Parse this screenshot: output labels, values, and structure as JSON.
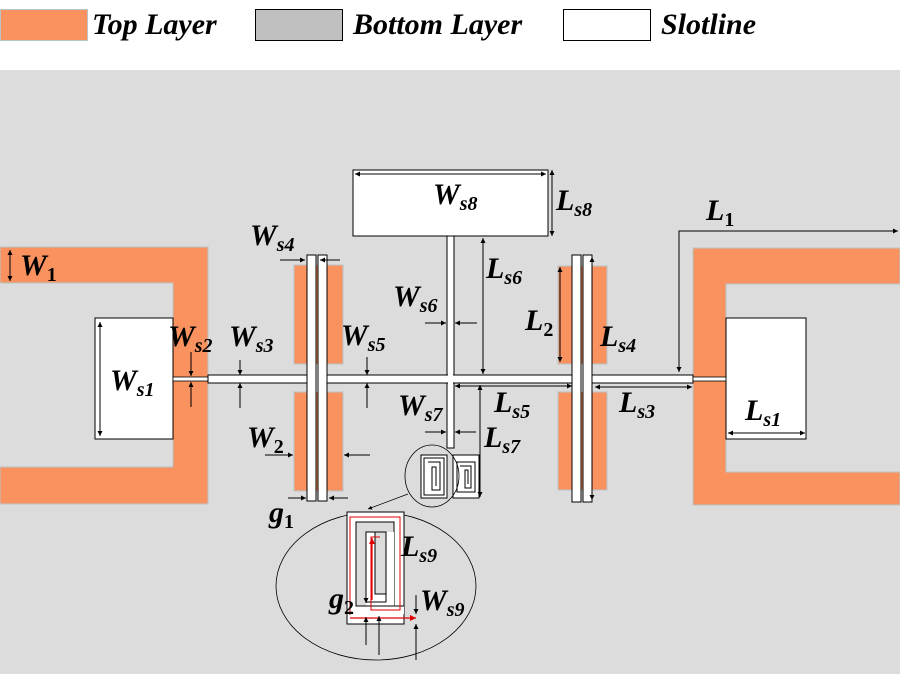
{
  "legend": {
    "items": [
      {
        "key": "top",
        "label": "Top Layer",
        "color": "#f9925f"
      },
      {
        "key": "bottom",
        "label": "Bottom Layer",
        "color": "#c0c0c0"
      },
      {
        "key": "slot",
        "label": "Slotline",
        "color": "#ffffff"
      }
    ]
  },
  "colors": {
    "substrate": "#dcdcdc",
    "top_layer": "#f9925f",
    "slot": "#ffffff",
    "line": "#000000",
    "current_arrow": "#e00000"
  },
  "labels": {
    "W1": {
      "main": "W",
      "sub": "1"
    },
    "Ws1": {
      "main": "W",
      "sub": "s1"
    },
    "Ws2": {
      "main": "W",
      "sub": "s2"
    },
    "Ws3": {
      "main": "W",
      "sub": "s3"
    },
    "Ws4": {
      "main": "W",
      "sub": "s4"
    },
    "Ws5": {
      "main": "W",
      "sub": "s5"
    },
    "Ws6": {
      "main": "W",
      "sub": "s6"
    },
    "Ws7": {
      "main": "W",
      "sub": "s7"
    },
    "Ws8": {
      "main": "W",
      "sub": "s8"
    },
    "Ws9": {
      "main": "W",
      "sub": "s9"
    },
    "W2": {
      "main": "W",
      "sub": "2"
    },
    "g1": {
      "main": "g",
      "sub": "1"
    },
    "g2": {
      "main": "g",
      "sub": "2"
    },
    "L1": {
      "main": "L",
      "sub": "1"
    },
    "L2": {
      "main": "L",
      "sub": "2"
    },
    "Ls1": {
      "main": "L",
      "sub": "s1"
    },
    "Ls3": {
      "main": "L",
      "sub": "s3"
    },
    "Ls4": {
      "main": "L",
      "sub": "s4"
    },
    "Ls5": {
      "main": "L",
      "sub": "s5"
    },
    "Ls6": {
      "main": "L",
      "sub": "s6"
    },
    "Ls7": {
      "main": "L",
      "sub": "s7"
    },
    "Ls8": {
      "main": "L",
      "sub": "s8"
    },
    "Ls9": {
      "main": "L",
      "sub": "s9"
    }
  }
}
